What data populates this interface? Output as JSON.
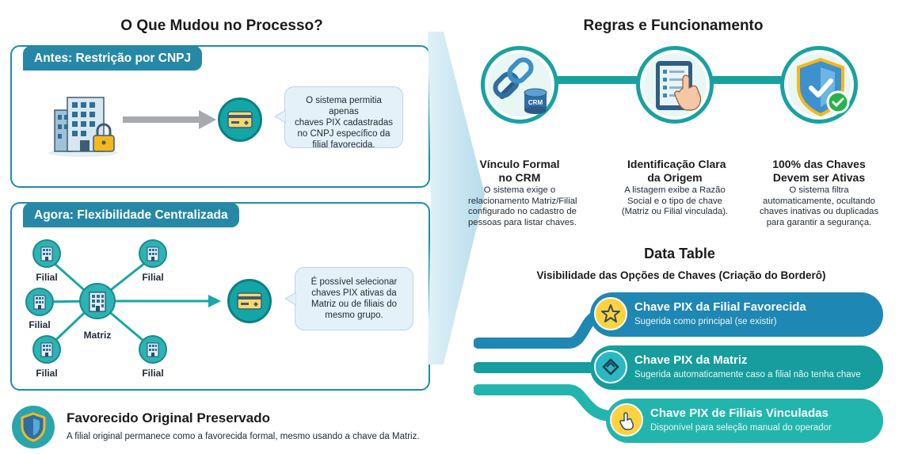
{
  "left": {
    "title": "O Que Mudou no Processo?",
    "before": {
      "label": "Antes: Restrição por CNPJ",
      "bubble": [
        "O sistema permitia apenas",
        "chaves PIX cadastradas",
        "no CNPJ específico da",
        "filial favorecida."
      ]
    },
    "now": {
      "label": "Agora: Flexibilidade Centralizada",
      "center_label": "Matriz",
      "branch_label": "Filial",
      "bubble": [
        "É possível selecionar",
        "chaves PIX ativas da",
        "Matriz ou de filiais do",
        "mesmo grupo."
      ]
    },
    "preserved": {
      "title": "Favorecido Original Preservado",
      "text": "A filial original permanece como a favorecida formal, mesmo usando a chave da Matriz."
    }
  },
  "right": {
    "title": "Regras e Funcionamento",
    "crm_tag": "CRM",
    "rules": [
      {
        "title": [
          "Vínculo Formal",
          "no CRM"
        ],
        "text": [
          "O sistema exige o",
          "relacionamento Matriz/Filial",
          "configurado no cadastro de",
          "pessoas para listar chaves."
        ],
        "icon": "link-crm-icon"
      },
      {
        "title": [
          "Identificação Clara",
          "da Origem"
        ],
        "text": [
          "A listagem exibe a Razão",
          "Social e o tipo de chave",
          "(Matriz ou Filial vinculada)."
        ],
        "icon": "tablet-touch-icon"
      },
      {
        "title": [
          "100% das Chaves",
          "Devem ser Ativas"
        ],
        "text": [
          "O sistema filtra",
          "automaticamente, ocultando",
          "chaves inativas ou duplicadas",
          "para garantir a segurança."
        ],
        "icon": "shield-check-icon"
      }
    ],
    "table_title": "Data Table",
    "table_subtitle": "Visibilidade das Opções de Chaves (Criação do Borderô)",
    "options": [
      {
        "title": "Chave PIX da Filial Favorecida",
        "subtitle": "Sugerida como principal (se existir)",
        "icon": "star-icon",
        "color": "#1f87b3"
      },
      {
        "title": "Chave PIX da Matriz",
        "subtitle": "Sugerida automaticamente caso a filial não tenha chave",
        "icon": "pix-icon",
        "color": "#179d9e"
      },
      {
        "title": "Chave PIX de Filiais Vinculadas",
        "subtitle": "Disponível para seleção manual do operador",
        "icon": "hand-tap-icon",
        "color": "#22b5ae"
      }
    ]
  }
}
